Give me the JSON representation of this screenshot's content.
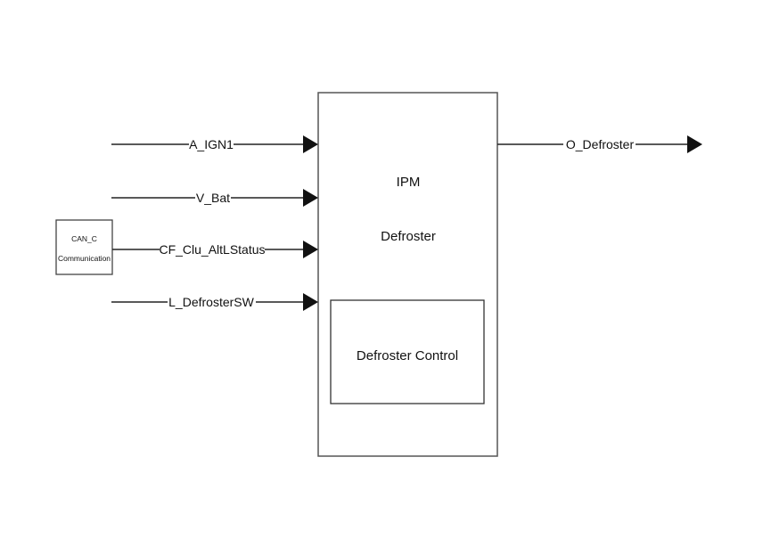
{
  "inputs": [
    {
      "label": "A_IGN1"
    },
    {
      "label": "V_Bat"
    },
    {
      "label": "CF_Clu_AltLStatus"
    },
    {
      "label": "L_DefrosterSW"
    }
  ],
  "outputs": [
    {
      "label": "O_Defroster"
    }
  ],
  "source_box": {
    "line1": "CAN_C",
    "line2": "Communication"
  },
  "module": {
    "title": "IPM",
    "subtitle": "Defroster"
  },
  "sub_block": {
    "label": "Defroster Control"
  }
}
